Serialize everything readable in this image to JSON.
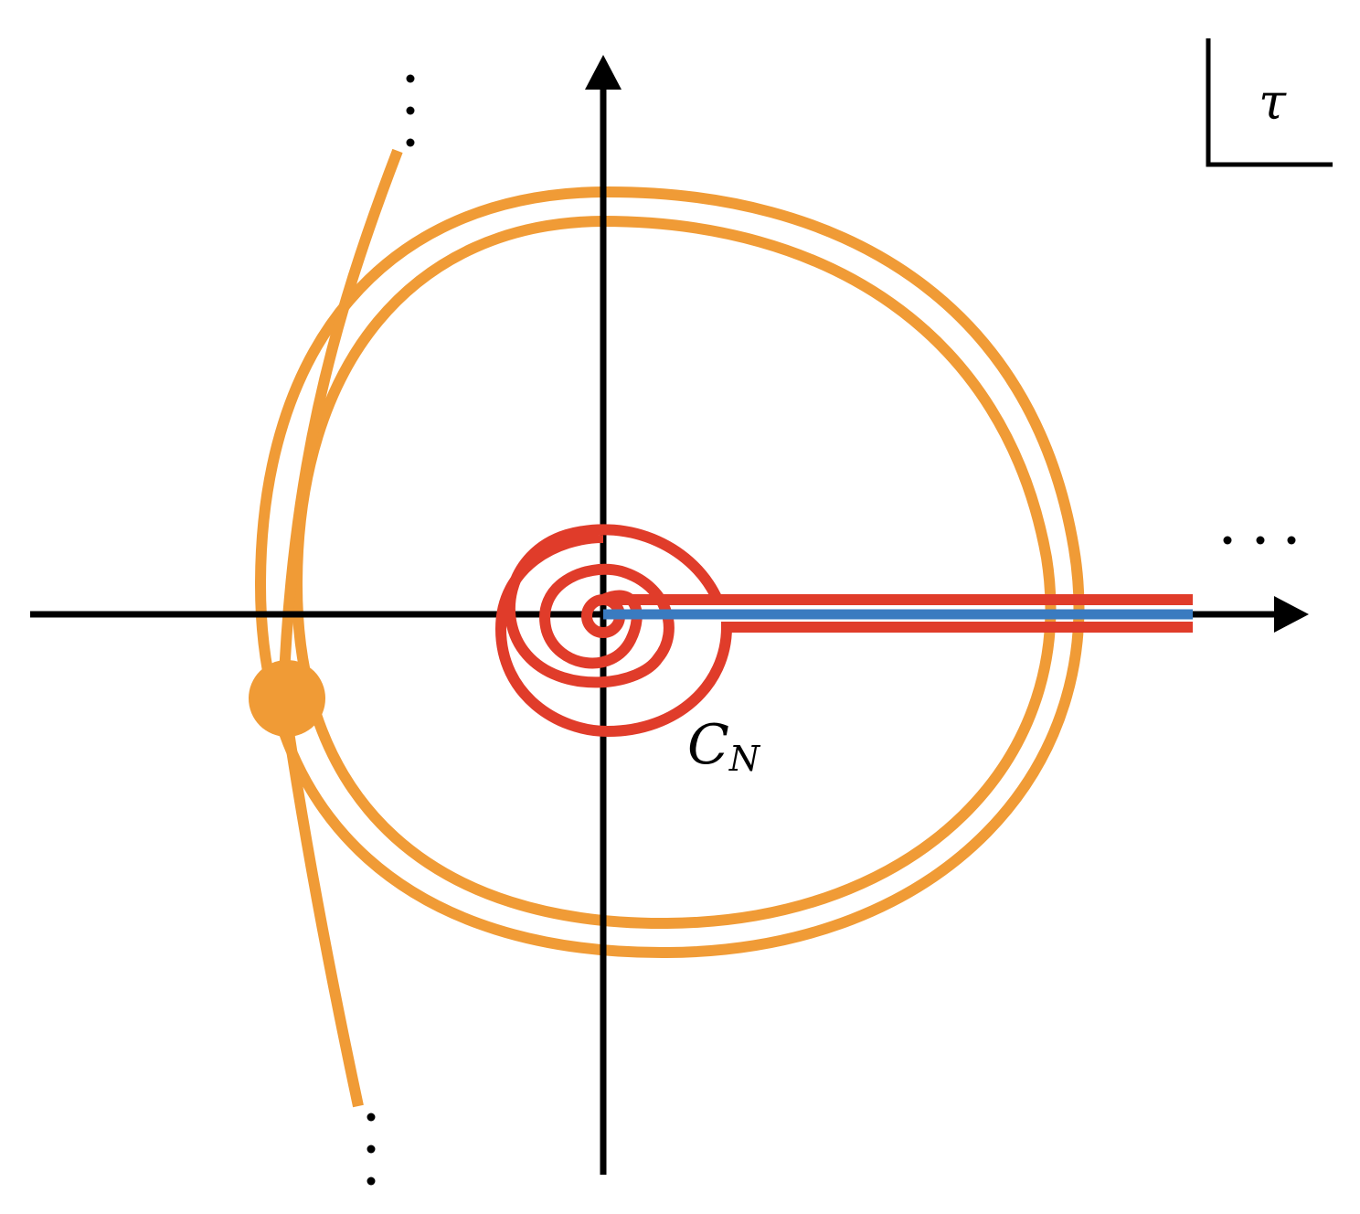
{
  "labels": {
    "plane_variable": "τ",
    "contour_main": "C",
    "contour_sub": "N",
    "ellipsis_horizontal": "· · ·",
    "ellipsis_top": "⋮",
    "ellipsis_bottom": "⋮"
  },
  "colors": {
    "axes": "#000000",
    "contour": "#E03C2A",
    "branch_cut": "#3A7BC0",
    "orbit": "#F09B36",
    "marked_point": "#F09B36"
  }
}
